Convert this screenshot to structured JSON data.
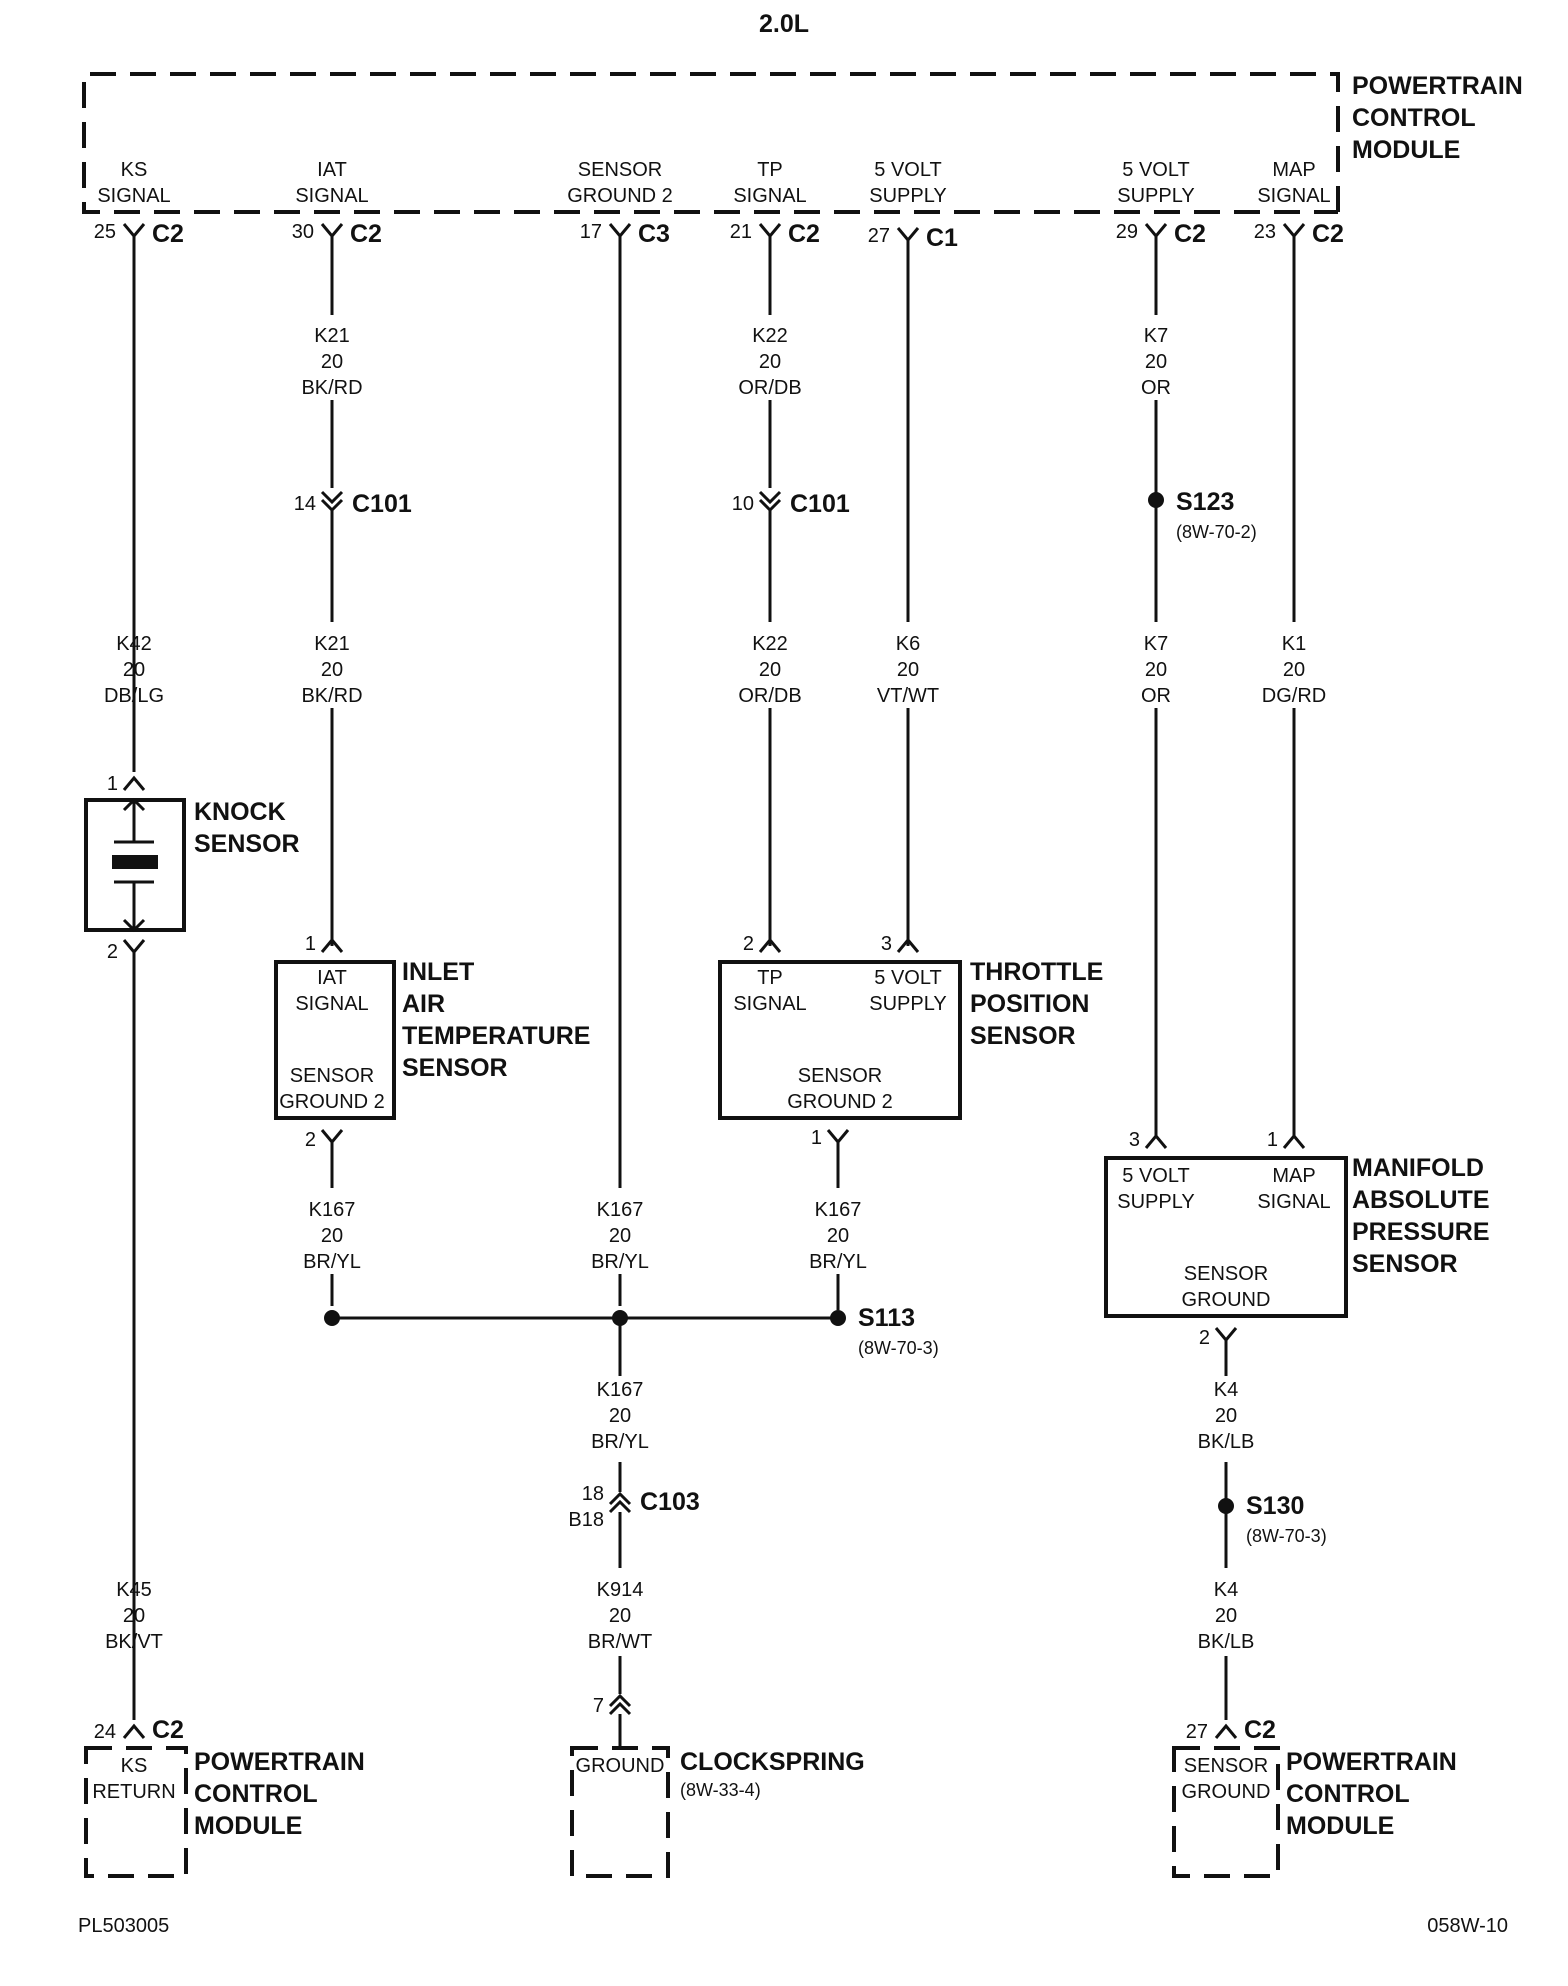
{
  "title": "2.0L",
  "footer": {
    "left": "PL503005",
    "right": "058W-10"
  },
  "pcm": {
    "name": [
      "POWERTRAIN",
      "CONTROL",
      "MODULE"
    ],
    "pins": [
      {
        "label": [
          "KS",
          "SIGNAL"
        ],
        "pin": "25",
        "conn": "C2"
      },
      {
        "label": [
          "IAT",
          "SIGNAL"
        ],
        "pin": "30",
        "conn": "C2"
      },
      {
        "label": [
          "SENSOR",
          "GROUND 2"
        ],
        "pin": "17",
        "conn": "C3"
      },
      {
        "label": [
          "TP",
          "SIGNAL"
        ],
        "pin": "21",
        "conn": "C2"
      },
      {
        "label": [
          "5 VOLT",
          "SUPPLY"
        ],
        "pin": "27",
        "conn": "C1"
      },
      {
        "label": [
          "5 VOLT",
          "SUPPLY"
        ],
        "pin": "29",
        "conn": "C2"
      },
      {
        "label": [
          "MAP",
          "SIGNAL"
        ],
        "pin": "23",
        "conn": "C2"
      }
    ]
  },
  "wires": {
    "k21_top": [
      "K21",
      "20",
      "BK/RD"
    ],
    "k21_bot": [
      "K21",
      "20",
      "BK/RD"
    ],
    "k22_top": [
      "K22",
      "20",
      "OR/DB"
    ],
    "k22_bot": [
      "K22",
      "20",
      "OR/DB"
    ],
    "k7_top": [
      "K7",
      "20",
      "OR"
    ],
    "k7_bot": [
      "K7",
      "20",
      "OR"
    ],
    "k42": [
      "K42",
      "20",
      "DB/LG"
    ],
    "k6": [
      "K6",
      "20",
      "VT/WT"
    ],
    "k1": [
      "K1",
      "20",
      "DG/RD"
    ],
    "k167_iat": [
      "K167",
      "20",
      "BR/YL"
    ],
    "k167_pcm": [
      "K167",
      "20",
      "BR/YL"
    ],
    "k167_tps": [
      "K167",
      "20",
      "BR/YL"
    ],
    "k167_low": [
      "K167",
      "20",
      "BR/YL"
    ],
    "k4_top": [
      "K4",
      "20",
      "BK/LB"
    ],
    "k4_bot": [
      "K4",
      "20",
      "BK/LB"
    ],
    "k45": [
      "K45",
      "20",
      "BK/VT"
    ],
    "k914": [
      "K914",
      "20",
      "BR/WT"
    ]
  },
  "connectors": {
    "c101_a": {
      "pin": "14",
      "name": "C101"
    },
    "c101_b": {
      "pin": "10",
      "name": "C101"
    },
    "c103": {
      "pin": "18",
      "pin2": "B18",
      "name": "C103"
    }
  },
  "splices": {
    "s123": {
      "name": "S123",
      "ref": "(8W-70-2)"
    },
    "s113": {
      "name": "S113",
      "ref": "(8W-70-3)"
    },
    "s130": {
      "name": "S130",
      "ref": "(8W-70-3)"
    }
  },
  "knock_sensor": {
    "name": [
      "KNOCK",
      "SENSOR"
    ],
    "pin_top": "1",
    "pin_bot": "2"
  },
  "iat_sensor": {
    "name": [
      "INLET",
      "AIR",
      "TEMPERATURE",
      "SENSOR"
    ],
    "sig": [
      "IAT",
      "SIGNAL"
    ],
    "gnd": [
      "SENSOR",
      "GROUND 2"
    ],
    "pin_top": "1",
    "pin_bot": "2"
  },
  "tp_sensor": {
    "name": [
      "THROTTLE",
      "POSITION",
      "SENSOR"
    ],
    "sig": [
      "TP",
      "SIGNAL"
    ],
    "sup": [
      "5 VOLT",
      "SUPPLY"
    ],
    "gnd": [
      "SENSOR",
      "GROUND 2"
    ],
    "pin_sig": "2",
    "pin_sup": "3",
    "pin_bot": "1"
  },
  "map_sensor": {
    "name": [
      "MANIFOLD",
      "ABSOLUTE",
      "PRESSURE",
      "SENSOR"
    ],
    "sup": [
      "5 VOLT",
      "SUPPLY"
    ],
    "sig": [
      "MAP",
      "SIGNAL"
    ],
    "gnd": [
      "SENSOR",
      "GROUND"
    ],
    "pin_sup": "3",
    "pin_sig": "1",
    "pin_bot": "2"
  },
  "pcm_ks": {
    "name": [
      "POWERTRAIN",
      "CONTROL",
      "MODULE"
    ],
    "label": [
      "KS",
      "RETURN"
    ],
    "pin": "24",
    "conn": "C2"
  },
  "clockspring": {
    "name": "CLOCKSPRING",
    "ref": "(8W-33-4)",
    "label": "GROUND",
    "pin": "7"
  },
  "pcm_gnd": {
    "name": [
      "POWERTRAIN",
      "CONTROL",
      "MODULE"
    ],
    "label": [
      "SENSOR",
      "GROUND"
    ],
    "pin": "27",
    "conn": "C2"
  }
}
